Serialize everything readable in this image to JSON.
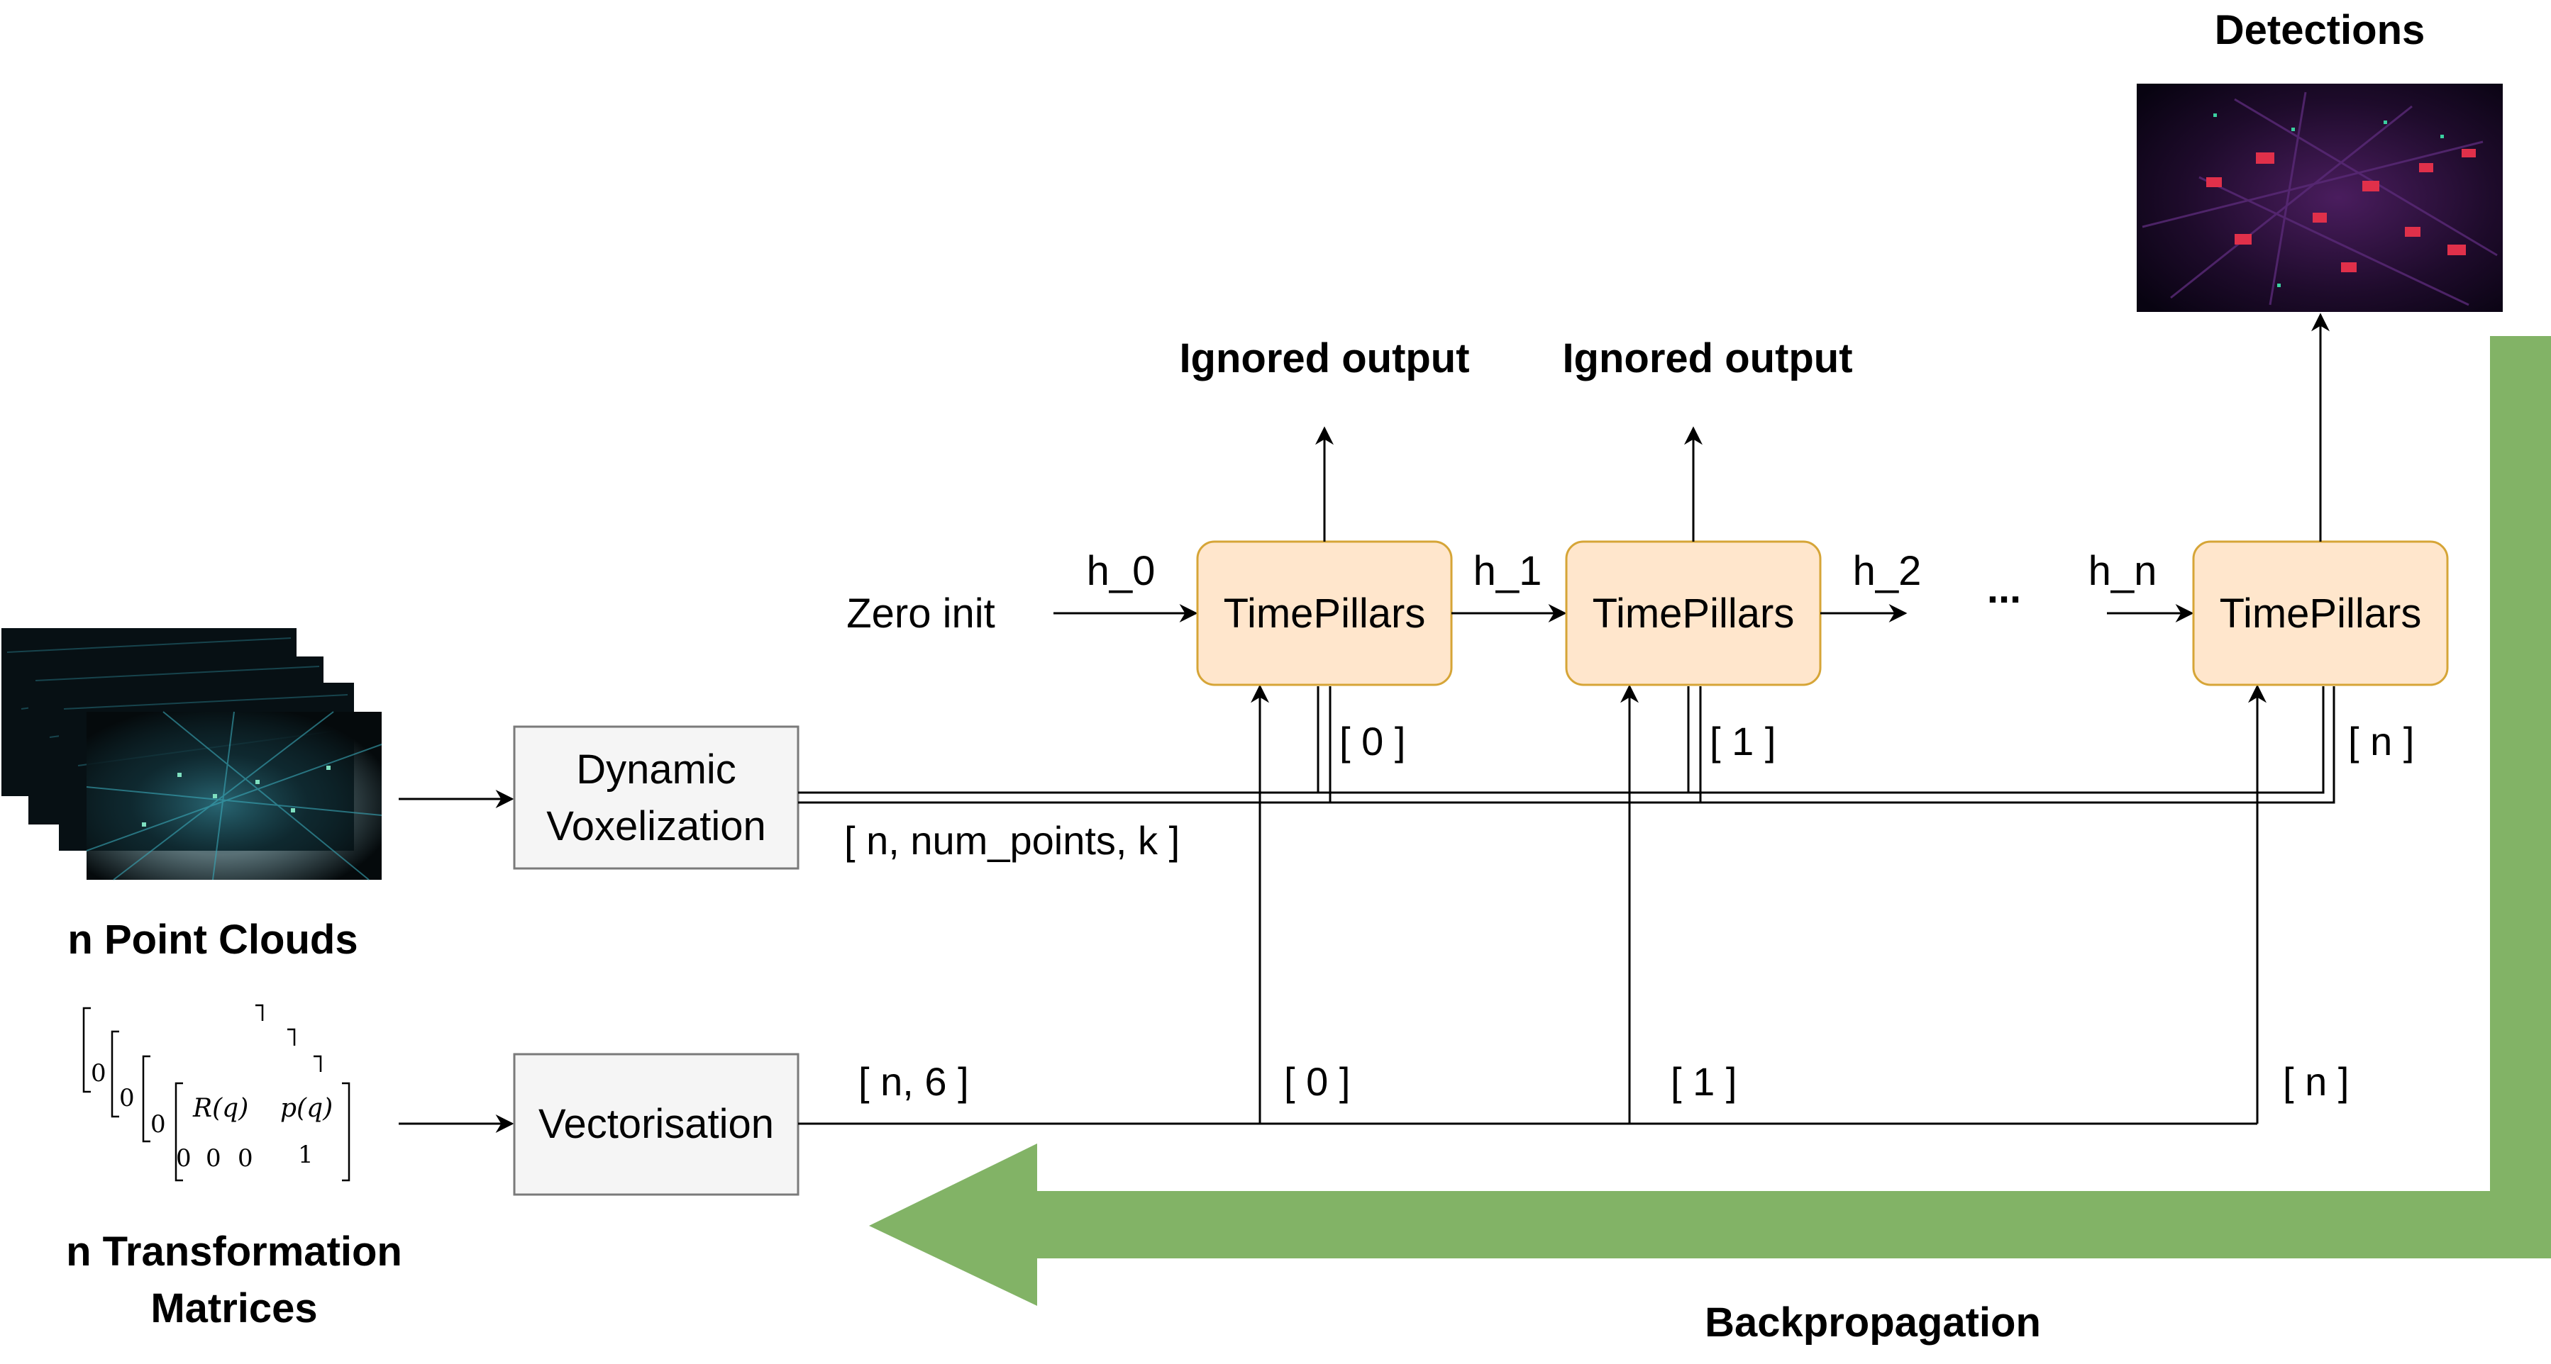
{
  "colors": {
    "tp_fill": "#ffe6cc",
    "tp_stroke": "#d6a537",
    "proc_fill": "#f5f5f5",
    "proc_stroke": "#7a7a7a",
    "ignored": "#f04a1c",
    "backprop": "#82b366",
    "backprop_text": "#3f6b2b"
  },
  "labels": {
    "detections": "Detections",
    "ignored_1": "Ignored output",
    "ignored_2": "Ignored output",
    "zero_init": "Zero init",
    "h0": "h_0",
    "h1": "h_1",
    "h2": "h_2",
    "ellipsis": "...",
    "hn": "h_n",
    "tp1": "TimePillars",
    "tp2": "TimePillars",
    "tp3": "TimePillars",
    "idx_pc_0": "[ 0 ]",
    "idx_pc_1": "[ 1 ]",
    "idx_pc_n": "[ n ]",
    "dyn_vox_line1": "Dynamic",
    "dyn_vox_line2": "Voxelization",
    "vox_shape": "[ n, num_points, k ]",
    "point_clouds": "n Point Clouds",
    "vectorisation": "Vectorisation",
    "vec_shape": "[ n, 6 ]",
    "idx_vec_0": "[ 0 ]",
    "idx_vec_1": "[ 1 ]",
    "idx_vec_n": "[ n ]",
    "transform_line1": "n Transformation",
    "transform_line2": "Matrices",
    "backprop": "Backpropagation"
  },
  "matrix": {
    "rq": "R(q)",
    "pq": "p(q)",
    "zero": "0",
    "one": "1"
  },
  "icons": {
    "point_cloud_stack": "lidar-point-cloud-image",
    "detections_image": "lidar-detections-image",
    "backprop_arrow": "backpropagation-arrow"
  }
}
